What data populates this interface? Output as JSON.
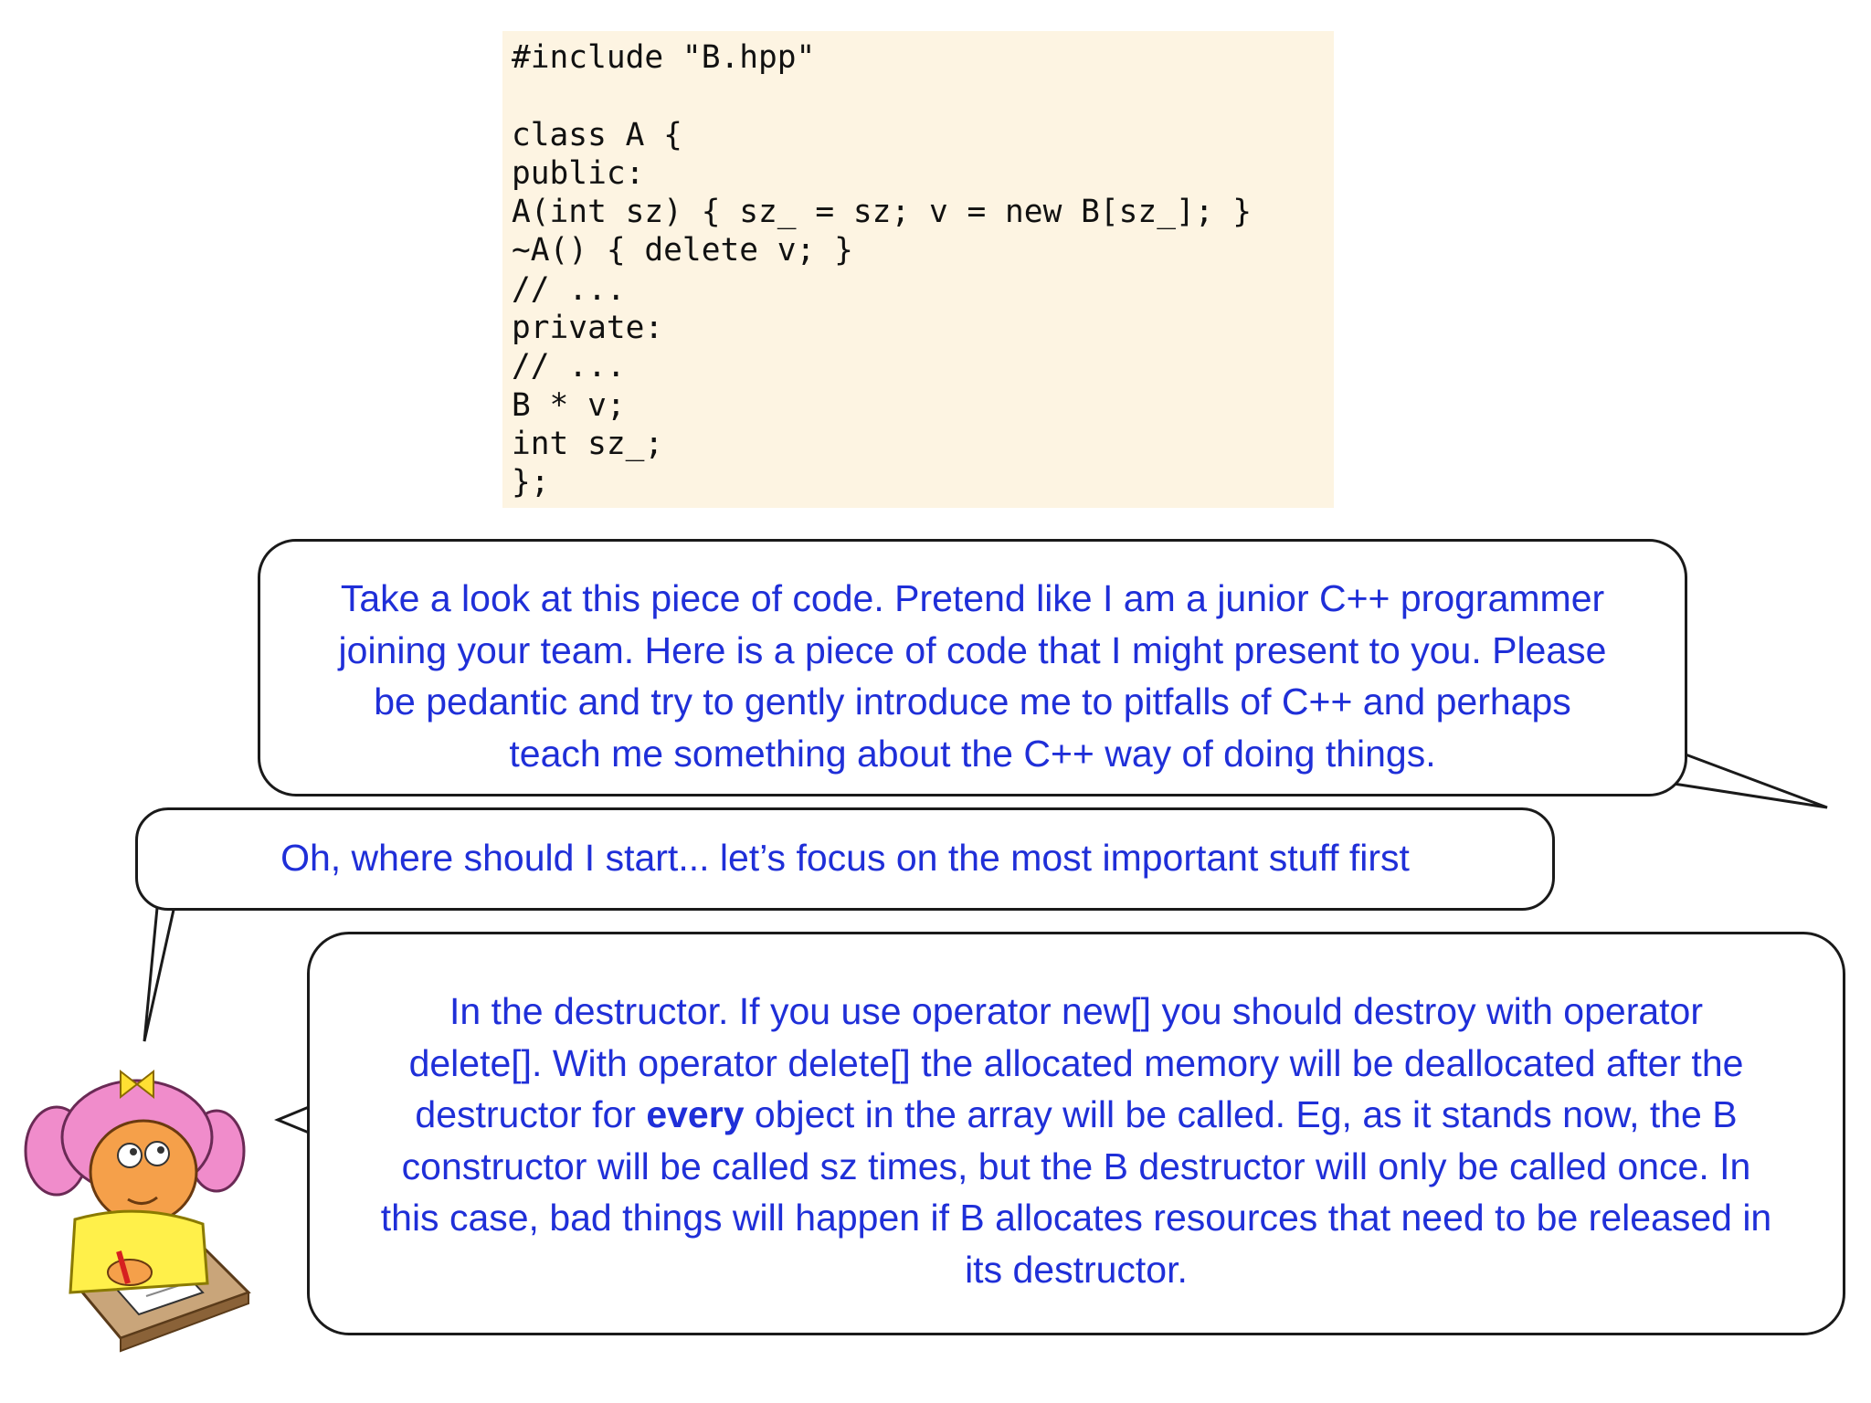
{
  "code": {
    "lines": [
      "#include \"B.hpp\"",
      "",
      "class A {",
      "public:",
      "  A(int sz) { sz_ = sz; v = new B[sz_]; }",
      "  ~A() { delete v; }",
      "  // ...",
      "private:",
      "  // ...",
      "  B * v;",
      "  int sz_;",
      "};"
    ]
  },
  "bubbles": {
    "question": {
      "lines": [
        "Take a look at this piece of code. Pretend like I am a junior C++ programmer",
        "joining your team. Here is a piece of code that I might present to you. Please",
        "be pedantic and try to gently introduce me to pitfalls of C++ and perhaps",
        "teach me something about the C++ way of doing things."
      ]
    },
    "thought": {
      "text": "Oh, where should I start... let’s focus on the most important stuff first"
    },
    "answer": {
      "line1": "In the destructor. If you use operator new[] you should destroy with operator",
      "line2": "delete[]. With operator delete[] the allocated memory will be deallocated after the",
      "line3_pre": "destructor for ",
      "line3_bold": "every",
      "line3_post": " object in the array will be called. Eg, as it stands now, the B",
      "line4": "constructor will be called sz times, but the B destructor will only be called once. In",
      "line5": "this case, bad things will happen if B allocates resources that need to be released in",
      "line6": "its destructor."
    }
  },
  "colors": {
    "bubble_text": "#1f2fd8",
    "code_background": "#fdf4e2"
  },
  "icons": {
    "character": "girl-writing-clipart"
  }
}
